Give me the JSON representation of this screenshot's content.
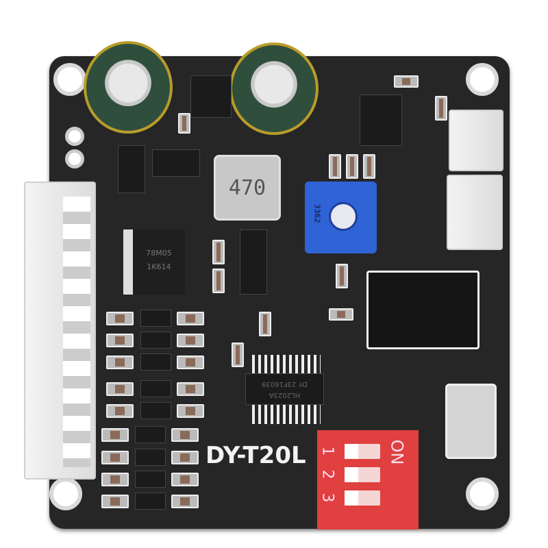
{
  "board": {
    "model_label": "DY-T20L",
    "inductor_marking": "470",
    "potentiometer_marking": "3362",
    "regulator_marking": [
      "78M05",
      "1K614"
    ],
    "amplifier_marking": [
      "DY 23F16039",
      "HL2023A"
    ],
    "dip_switch": {
      "on_label": "ON",
      "positions": [
        "1",
        "2",
        "3"
      ]
    },
    "colors": {
      "pcb": "#262626",
      "dip_switch": "#e0403f",
      "potentiometer": "#2f63d6",
      "connector": "#eeeeee"
    }
  }
}
